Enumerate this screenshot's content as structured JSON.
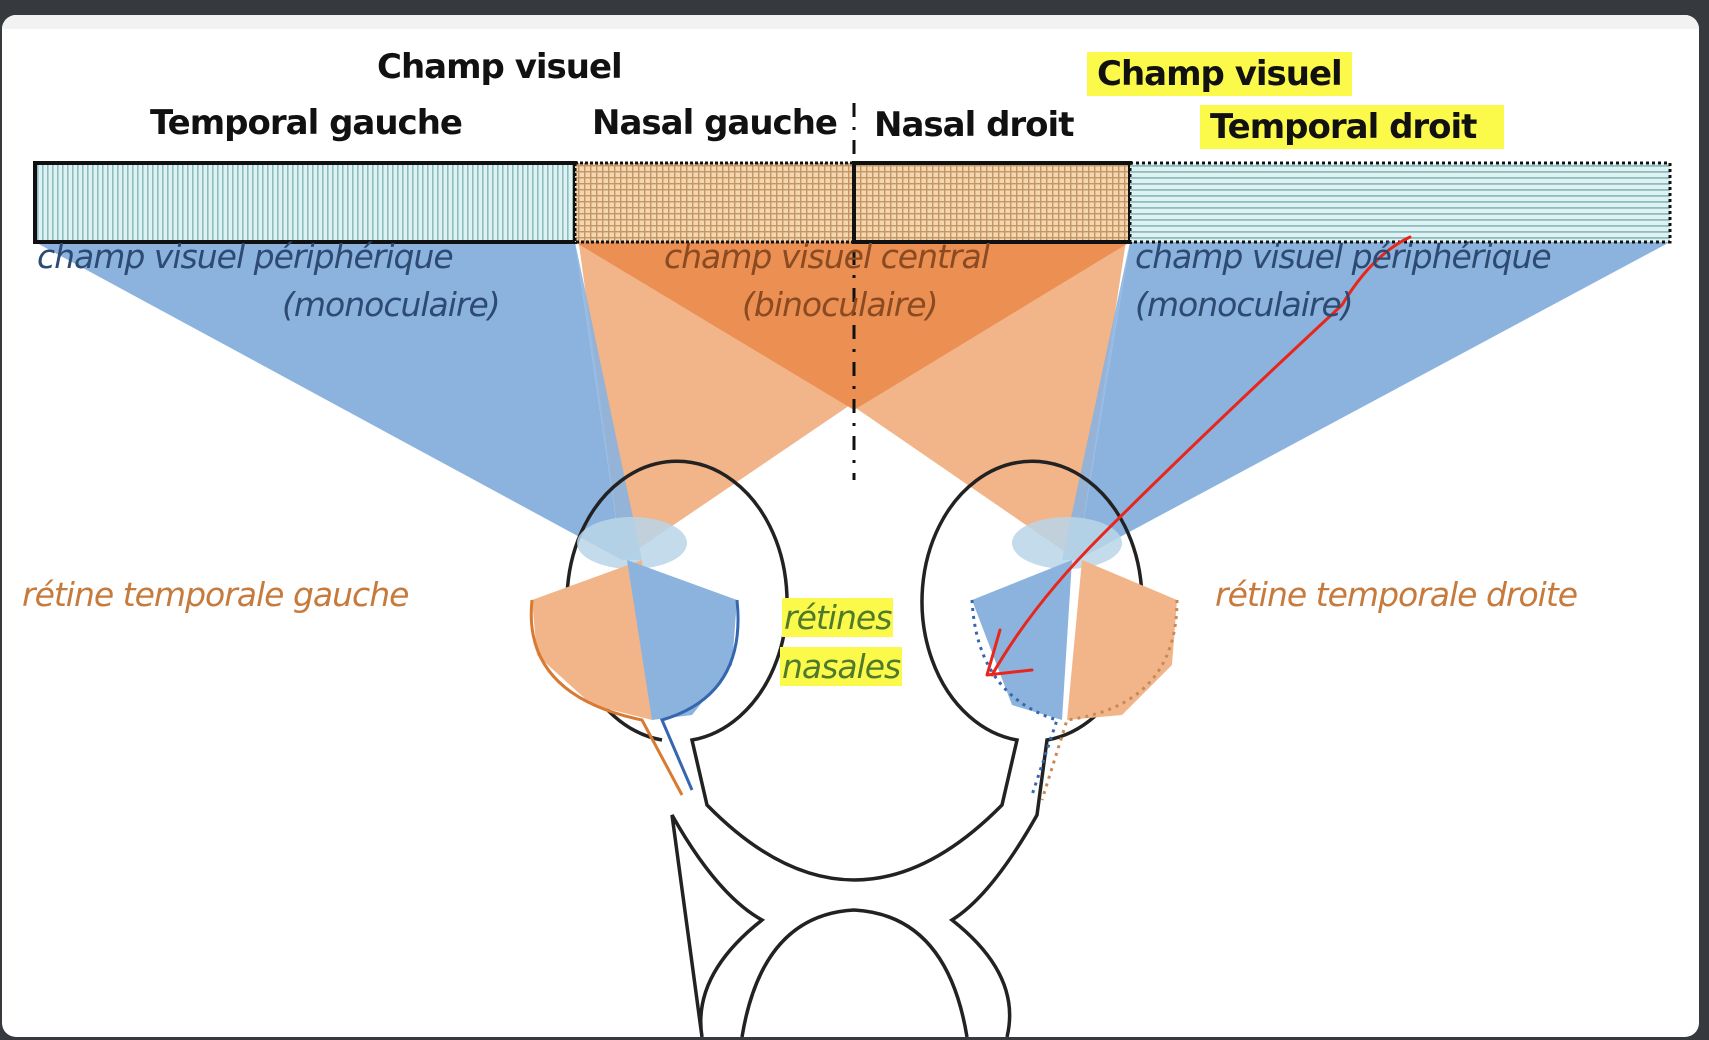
{
  "diagram": {
    "title_left": "Champ visuel",
    "title_right": "Champ visuel",
    "sections": {
      "temporal_left": "Temporal gauche",
      "nasal_left": "Nasal gauche",
      "nasal_right": "Nasal droit",
      "temporal_right": "Temporal droit"
    },
    "fields": {
      "peripheral_left_line1": "champ visuel périphérique",
      "peripheral_left_line2": "(monoculaire)",
      "central_line1": "champ visuel central",
      "central_line2": "(binoculaire)",
      "peripheral_right_line1": "champ visuel périphérique",
      "peripheral_right_line2": "(monoculaire)"
    },
    "retinas": {
      "temporal_left": "rétine temporale gauche",
      "nasal_line1": "rétines",
      "nasal_line2": "nasales",
      "temporal_right": "rétine temporale droite"
    },
    "colors": {
      "peripheral_blue": "#8bb3de",
      "central_orange": "#ec8f52",
      "light_orange": "#f2b58a",
      "highlight_yellow": "#fbf94a",
      "annotation_red": "#e8261c"
    }
  }
}
